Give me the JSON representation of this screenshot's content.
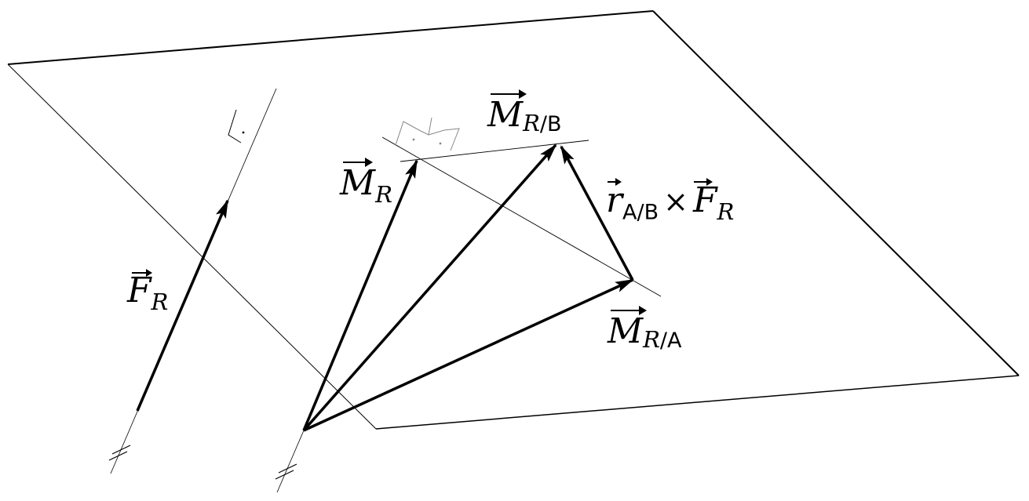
{
  "labels": {
    "F_R": {
      "symbol": "F",
      "sub": "R"
    },
    "M_R": {
      "symbol": "M",
      "sub": "R"
    },
    "M_RB": {
      "symbol": "M",
      "sub_italic": "R",
      "sub_roman": "/B"
    },
    "M_RA": {
      "symbol": "M",
      "sub_italic": "R",
      "sub_roman": "/A"
    },
    "r_cross_F": {
      "r_symbol": "r",
      "r_sub": "A/B",
      "operator": "×",
      "f_symbol": "F",
      "f_sub": "R"
    }
  },
  "colors": {
    "stroke": "#000000",
    "helper": "#888888",
    "background": "#ffffff"
  }
}
